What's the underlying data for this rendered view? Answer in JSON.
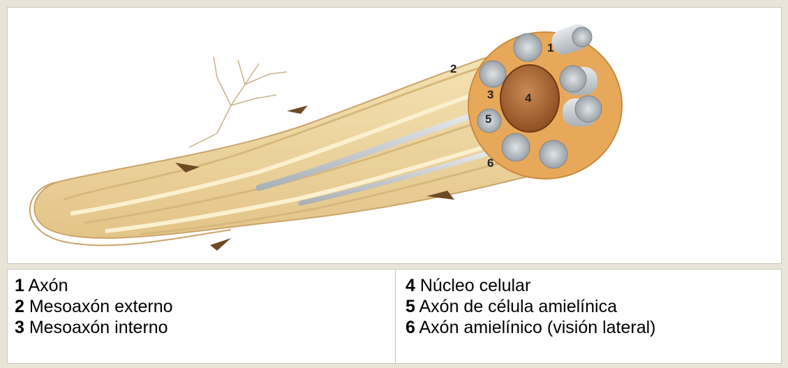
{
  "figure": {
    "markers": [
      "1",
      "2",
      "3",
      "4",
      "5",
      "6"
    ]
  },
  "legend": {
    "left": [
      {
        "num": "1",
        "text": "Axón"
      },
      {
        "num": "2",
        "text": "Mesoaxón externo"
      },
      {
        "num": "3",
        "text": "Mesoaxón interno"
      }
    ],
    "right": [
      {
        "num": "4",
        "text": "Núcleo celular"
      },
      {
        "num": "5",
        "text": "Axón de célula amielínica"
      },
      {
        "num": "6",
        "text": "Axón amielínico (visión lateral)"
      }
    ]
  },
  "colors": {
    "frame": "#e8e4d8",
    "sheath": "#f2dca4",
    "sheath_dark": "#d9b877",
    "axon": "#c9ced3",
    "nucleus": "#b5703a",
    "cytoplasm": "#e8a85a"
  }
}
